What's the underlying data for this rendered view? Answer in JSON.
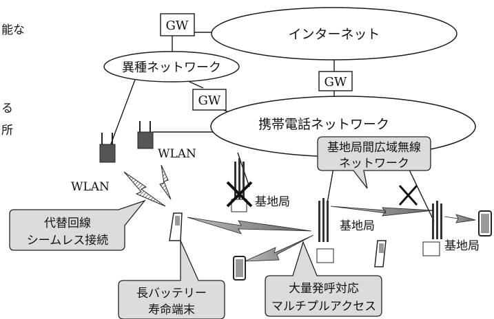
{
  "margin_fragments": [
    "能な",
    "る",
    "所"
  ],
  "clouds": {
    "internet": "インターネット",
    "hetero": "異種ネットワーク",
    "mobile": "携帯電話ネットワーク"
  },
  "gateways": [
    "GW",
    "GW",
    "GW"
  ],
  "wlan_labels": [
    "WLAN",
    "WLAN"
  ],
  "base_station_labels": [
    "基地局",
    "基地局",
    "基地局"
  ],
  "callouts": {
    "wide_area": [
      "基地局間広域無線",
      "ネットワーク"
    ],
    "alternate": [
      "代替回線",
      "シームレス接続"
    ],
    "battery": [
      "長バッテリー",
      "寿命端末"
    ],
    "mass_call": [
      "大量発呼対応",
      "マルチプルアクセス"
    ]
  }
}
